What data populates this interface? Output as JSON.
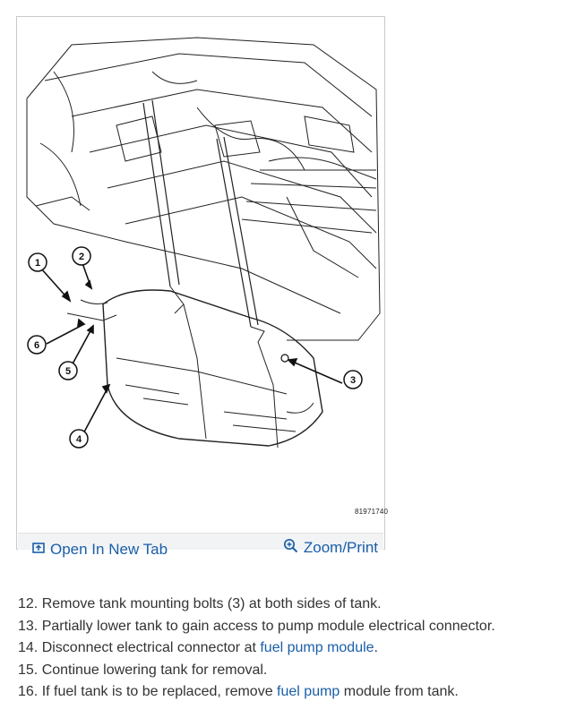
{
  "figure": {
    "code": "81971740",
    "callouts": [
      "1",
      "2",
      "3",
      "4",
      "5",
      "6"
    ]
  },
  "toolbar": {
    "open_label": "Open In New Tab",
    "zoom_label": "Zoom/Print",
    "open_icon": "open-new-tab-icon",
    "zoom_icon": "magnifier-plus-icon"
  },
  "steps": [
    {
      "pre": "12. Remove tank mounting bolts (3) at both sides of tank.",
      "link": "",
      "post": ""
    },
    {
      "pre": "13. Partially lower tank to gain access to pump module electrical connector.",
      "link": "",
      "post": ""
    },
    {
      "pre": "14. Disconnect electrical connector at ",
      "link": "fuel pump module",
      "post": "."
    },
    {
      "pre": "15. Continue lowering tank for removal.",
      "link": "",
      "post": ""
    },
    {
      "pre": "16. If fuel tank is to be replaced, remove ",
      "link": "fuel pump",
      "post": " module from tank."
    }
  ],
  "colors": {
    "link": "#1a5ea8",
    "toolbar_bg": "#f1f3f5",
    "border": "#c9c9c9"
  }
}
